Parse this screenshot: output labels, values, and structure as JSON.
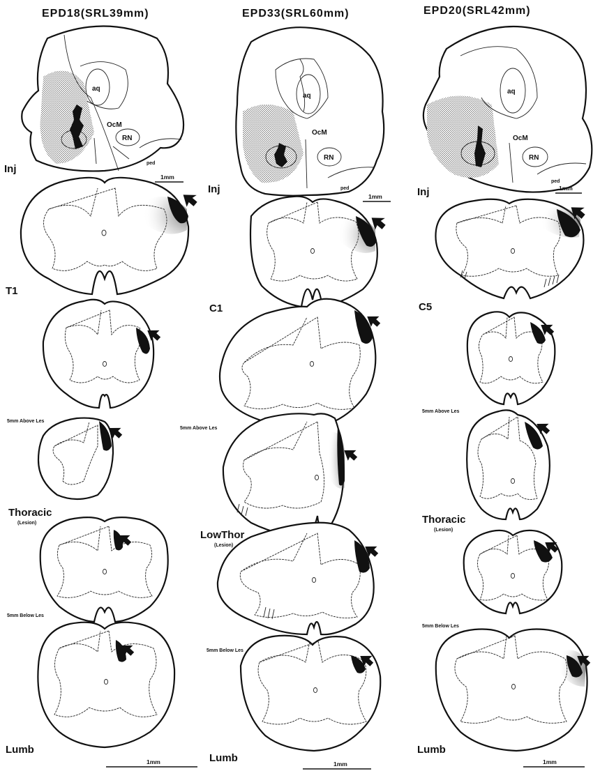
{
  "columns": [
    {
      "title": "EPD18(SRL39mm)",
      "brainstem_labels": {
        "aq": "aq",
        "ocm": "OcM",
        "rn": "RN",
        "ped": "ped"
      },
      "scale": "1mm",
      "levels": [
        "Inj",
        "T1",
        "5mm Above Les",
        "Thoracic",
        "(Lesion)",
        "5mm Below Les",
        "Lumb"
      ]
    },
    {
      "title": "EPD33(SRL60mm)",
      "brainstem_labels": {
        "aq": "aq",
        "ocm": "OcM",
        "rn": "RN",
        "ped": "ped"
      },
      "scale": "1mm",
      "levels": [
        "Inj",
        "C1",
        "5mm Above Les",
        "LowThor",
        "(Lesion)",
        "5mm Below Les",
        "Lumb"
      ]
    },
    {
      "title": "EPD20(SRL42mm)",
      "brainstem_labels": {
        "aq": "aq",
        "ocm": "OcM",
        "rn": "RN",
        "ped": "ped"
      },
      "scale": "1mm",
      "levels": [
        "Inj",
        "C5",
        "5mm Above Les",
        "Thoracic",
        "(Lesion)",
        "5mm Below Les",
        "Lumb"
      ]
    }
  ],
  "bottom_scales": [
    "1mm",
    "1mm",
    "1mm"
  ]
}
